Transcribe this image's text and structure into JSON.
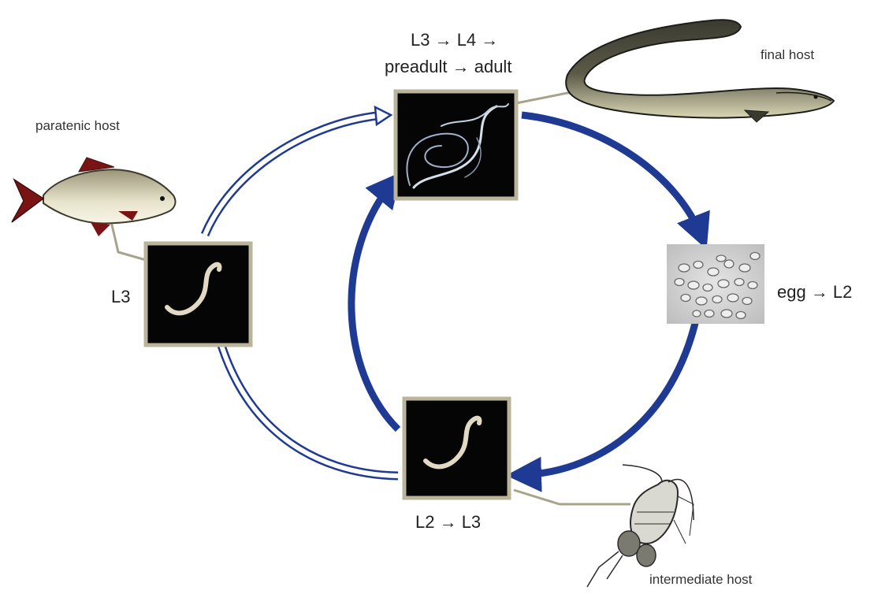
{
  "labels": {
    "top_line1": "L3 → L4 →",
    "top_line2": "preadult → adult",
    "final_host": "final host",
    "paratenic_host": "paratenic host",
    "left_stage": "L3",
    "egg_stage": "egg → L2",
    "bottom_stage": "L2 → L3",
    "intermediate_host": "intermediate host"
  },
  "colors": {
    "arrow_blue": "#1f3a93",
    "frame": "#b9b49a",
    "connector": "#a8a48c",
    "photo_bg": "#050505",
    "egg_bg": "#c9c9c9"
  },
  "icons": [
    "fish-icon",
    "eel-icon",
    "copepod-icon",
    "larva-icon",
    "adult-worm-icon",
    "egg-cluster-icon"
  ]
}
